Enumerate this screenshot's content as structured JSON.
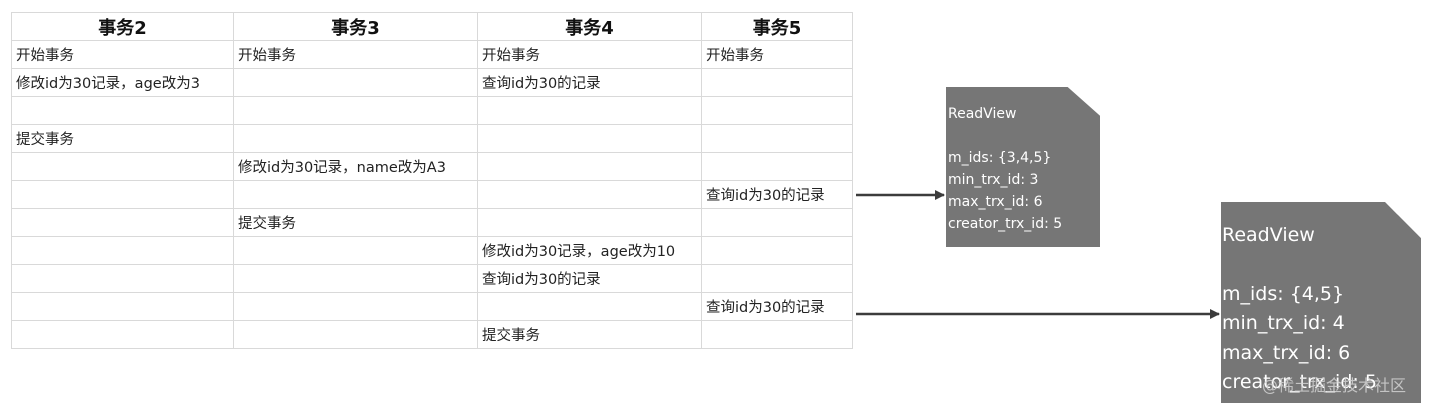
{
  "table": {
    "headers": [
      "事务2",
      "事务3",
      "事务4",
      "事务5"
    ],
    "rows": [
      [
        "开始事务",
        "开始事务",
        "开始事务",
        "开始事务"
      ],
      [
        "修改id为30记录，age改为3",
        "",
        "查询id为30的记录",
        ""
      ],
      [
        "",
        "",
        "",
        ""
      ],
      [
        "提交事务",
        "",
        "",
        ""
      ],
      [
        "",
        "修改id为30记录，name改为A3",
        "",
        ""
      ],
      [
        "",
        "",
        "",
        "查询id为30的记录"
      ],
      [
        "",
        "提交事务",
        "",
        ""
      ],
      [
        "",
        "",
        "修改id为30记录，age改为10",
        ""
      ],
      [
        "",
        "",
        "查询id为30的记录",
        ""
      ],
      [
        "",
        "",
        "",
        "查询id为30的记录"
      ],
      [
        "",
        "",
        "提交事务",
        ""
      ]
    ]
  },
  "readviews": [
    {
      "title": "ReadView",
      "m_ids": "m_ids: {3,4,5}",
      "min_trx_id": "min_trx_id: 3",
      "max_trx_id": "max_trx_id: 6",
      "creator_trx_id": "creator_trx_id: 5"
    },
    {
      "title": "ReadView",
      "m_ids": "m_ids: {4,5}",
      "min_trx_id": "min_trx_id: 4",
      "max_trx_id": "max_trx_id: 6",
      "creator_trx_id": "creator_trx_id: 5"
    }
  ],
  "watermark": "@稀土掘金技术社区",
  "colors": {
    "note_bg": "#767676",
    "arrow": "#3c3c3c",
    "grid": "#d9d9d9"
  }
}
